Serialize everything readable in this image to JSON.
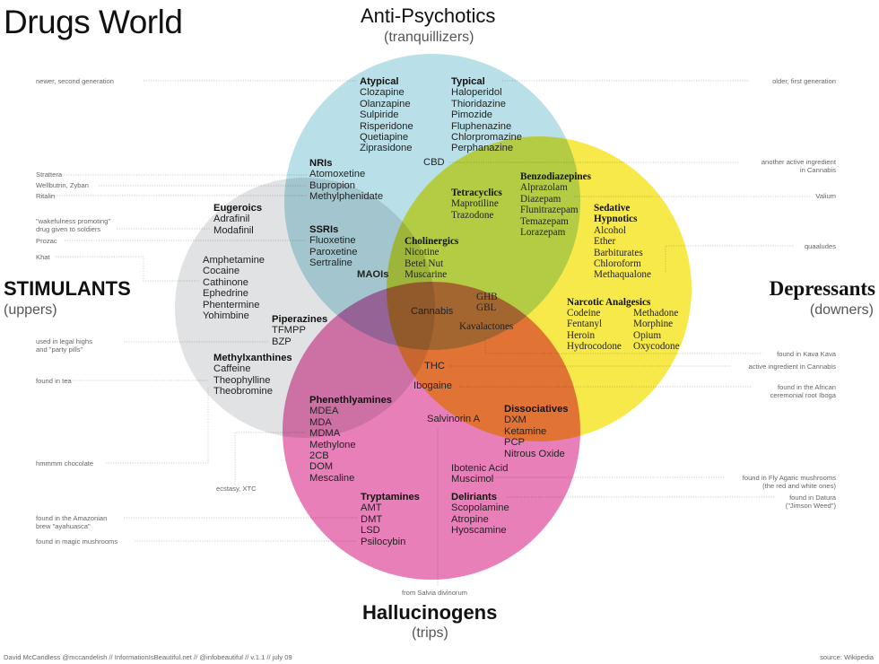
{
  "title": "Drugs World",
  "categories": {
    "anti_psychotics": {
      "name": "Anti-Psychotics",
      "sub": "(tranquillizers)",
      "color": "#a9d9e3"
    },
    "stimulants": {
      "name": "STIMULANTS",
      "sub": "(uppers)",
      "color": "#d9dadb"
    },
    "depressants": {
      "name": "Depressants",
      "sub": "(downers)",
      "color": "#f5e31c"
    },
    "hallucinogens": {
      "name": "Hallucinogens",
      "sub": "(trips)",
      "color": "#e35fa8"
    }
  },
  "groups": {
    "atypical": {
      "heading": "Atypical",
      "items": [
        "Clozapine",
        "Olanzapine",
        "Sulpiride",
        "Risperidone",
        "Quetiapine",
        "Ziprasidone"
      ]
    },
    "typical": {
      "heading": "Typical",
      "items": [
        "Haloperidol",
        "Thioridazine",
        "Pimozide",
        "Fluphenazine",
        "Chlorpromazine",
        "Perphanazine"
      ]
    },
    "nris": {
      "heading": "NRIs",
      "items": [
        "Atomoxetine",
        "Bupropion",
        "Methylphenidate"
      ]
    },
    "ssris": {
      "heading": "SSRIs",
      "items": [
        "Fluoxetine",
        "Paroxetine",
        "Sertraline"
      ]
    },
    "eugeroics": {
      "heading": "Eugeroics",
      "items": [
        "Adrafinil",
        "Modafinil"
      ]
    },
    "amphetamines": {
      "heading": "",
      "items": [
        "Amphetamine",
        "Cocaine",
        "Cathinone",
        "Ephedrine",
        "Phentermine",
        "Yohimbine"
      ]
    },
    "piperazines": {
      "heading": "Piperazines",
      "items": [
        "TFMPP",
        "BZP"
      ]
    },
    "methylxanthines": {
      "heading": "Methylxanthines",
      "items": [
        "Caffeine",
        "Theophylline",
        "Theobromine"
      ]
    },
    "tetracyclics": {
      "heading": "Tetracyclics",
      "items": [
        "Maprotiline",
        "Trazodone"
      ]
    },
    "benzodiazepines": {
      "heading": "Benzodiazepines",
      "items": [
        "Alprazolam",
        "Diazepam",
        "Flunitrazepam",
        "Temazepam",
        "Lorazepam"
      ]
    },
    "sedative": {
      "heading": "Sedative",
      "items": [
        "Hypnotics",
        "Alcohol",
        "Ether",
        "Barbiturates",
        "Chloroform",
        "Methaqualone"
      ]
    },
    "cholinergics": {
      "heading": "Cholinergics",
      "items": [
        "Nicotine",
        "Betel Nut",
        "Muscarine"
      ]
    },
    "ghb": {
      "heading": "",
      "items": [
        "GHB",
        "GBL"
      ]
    },
    "narcotic": {
      "heading": "Narcotic Analgesics",
      "items": []
    },
    "narcotic_left": {
      "heading": "",
      "items": [
        "Codeine",
        "Fentanyl",
        "Heroin",
        "Hydrocodone"
      ]
    },
    "narcotic_right": {
      "heading": "",
      "items": [
        "Methadone",
        "Morphine",
        "Opium",
        "Oxycodone"
      ]
    },
    "phenethylamines": {
      "heading": "Phenethlyamines",
      "items": [
        "MDEA",
        "MDA",
        "MDMA",
        "Methylone",
        "2CB",
        "DOM",
        "Mescaline"
      ]
    },
    "dissociatives": {
      "heading": "Dissociatives",
      "items": [
        "DXM",
        "Ketamine",
        "PCP",
        "Nitrous Oxide"
      ]
    },
    "amanita": {
      "heading": "",
      "items": [
        "Ibotenic Acid",
        "Muscimol"
      ]
    },
    "tryptamines": {
      "heading": "Tryptamines",
      "items": [
        "AMT",
        "DMT",
        "LSD",
        "Psilocybin"
      ]
    },
    "deliriants": {
      "heading": "Deliriants",
      "items": [
        "Scopolamine",
        "Atropine",
        "Hyoscamine"
      ]
    }
  },
  "singles": {
    "cbd": "CBD",
    "maois": "MAOIs",
    "cannabis": "Cannabis",
    "kavalactones": "Kavalactones",
    "thc": "THC",
    "ibogaine": "Ibogaine",
    "salvinorin": "Salvinorin A"
  },
  "notes": {
    "newer": "newer, second generation",
    "older": "older, first generation",
    "strattera": "Strattera",
    "wellbutrin": "Wellbutrin, Zyban",
    "ritalin": "Ritalin",
    "wakefulness": "\"wakefulness promoting\"\ndrug given to soldiers",
    "prozac": "Prozac",
    "khat": "Khat",
    "legal_highs": "used in legal highs\nand \"party pills\"",
    "tea": "found in tea",
    "chocolate": "hmmmm chocolate",
    "ecstasy": "ecstasy, XTC",
    "amazonian": "found in the Amazonian\nbrew \"ayahuasca\"",
    "magic": "found in magic mushrooms",
    "cbd_note": "another active ingredient\nin Cannabis",
    "valium": "Valium",
    "quaaludes": "quaaludes",
    "kava": "found in Kava Kava",
    "thc_note": "active ingredient in Cannabis",
    "iboga": "found in the African\nceremonial root Iboga",
    "fly_agaric": "found in Fly Agaric mushrooms\n(the red and white ones)",
    "datura": "found in Datura\n(\"Jimson Weed\")",
    "salvia": "from Salvia divinorum"
  },
  "footer": {
    "credit": "David McCandless  @mccandelish // InformationIsBeautiful.net  // @infobeautiful // v.1.1 // july 09",
    "source": "source: Wikipedia"
  }
}
